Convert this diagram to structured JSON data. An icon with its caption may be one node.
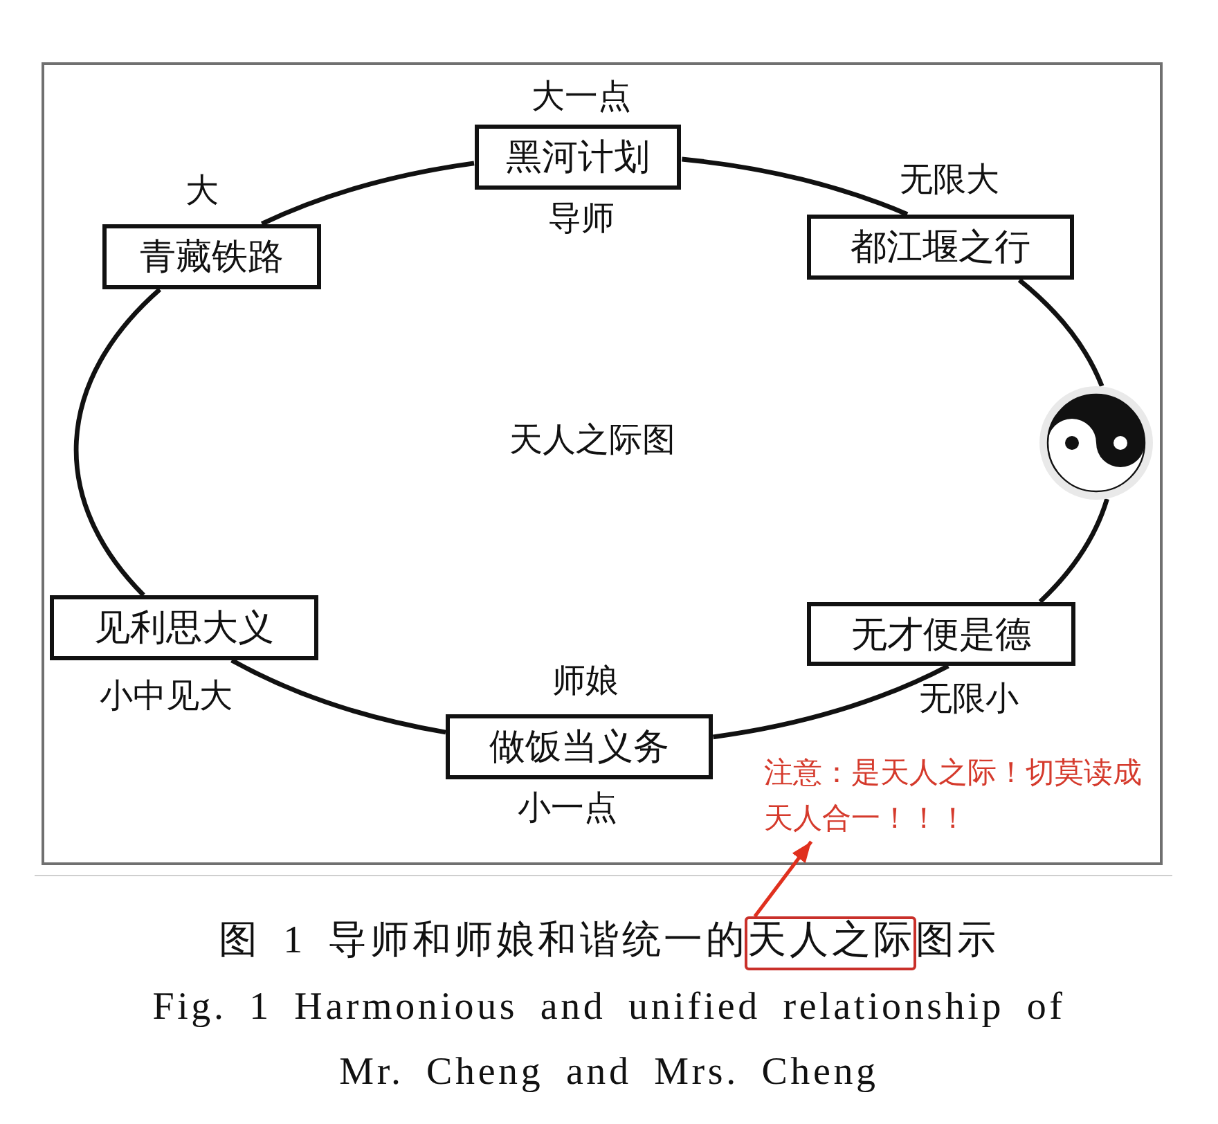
{
  "diagram": {
    "caption": "图 1 导师和师娘和谐统一的天人之际图示 Fig. 1 Harmonious and unified relationship of Mr. Cheng and Mrs. Cheng",
    "nodes": [
      {
        "text": [
          "黑河计划"
        ],
        "beside": [
          "大一点",
          "导师"
        ]
      },
      {
        "text": [
          "都江堰之行"
        ],
        "beside": [
          "无限大"
        ]
      },
      {
        "text": [],
        "shape": "picture"
      },
      {
        "text": [
          "无才便是德"
        ],
        "beside": [
          "无限小"
        ]
      },
      {
        "text": [
          "做饭当义务"
        ],
        "beside": [
          "师娘",
          "小一点"
        ]
      },
      {
        "text": [
          "见利思大义"
        ],
        "beside": [
          "小中见大"
        ]
      },
      {
        "text": [
          "青藏铁路"
        ],
        "beside": [
          "大"
        ]
      },
      {
        "text": [
          "注意：是天人之际！切莫读成天人合一！！！"
        ]
      },
      {
        "text": [],
        "shape": "box"
      }
    ],
    "edges": [
      {
        "from": 0,
        "to": 1,
        "arrow": "none"
      },
      {
        "from": 1,
        "to": 2,
        "arrow": "none"
      },
      {
        "from": 2,
        "to": 3,
        "arrow": "none"
      },
      {
        "from": 3,
        "to": 4,
        "arrow": "none"
      },
      {
        "from": 4,
        "to": 5,
        "arrow": "none"
      },
      {
        "from": 5,
        "to": 6,
        "arrow": "none"
      },
      {
        "from": 6,
        "to": 0,
        "arrow": "none"
      },
      {
        "from": 8,
        "to": 7,
        "arrow": "to",
        "color": "#e0301e"
      }
    ],
    "labels": [
      "天人之际图"
    ]
  }
}
